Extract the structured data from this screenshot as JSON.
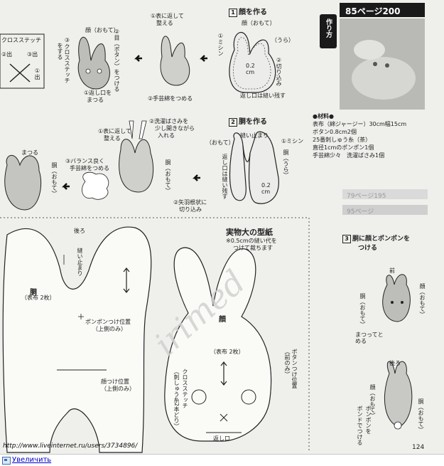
{
  "header": {
    "title": "85ページ200",
    "side_label": "作り方"
  },
  "steps": {
    "s1": {
      "num": "1",
      "title": "顔を作る"
    },
    "s2": {
      "num": "2",
      "title": "胴を作る"
    },
    "s3": {
      "num": "3",
      "title": "胴に顔とポンポンを",
      "title2": "つける"
    }
  },
  "materials": {
    "title": "●材料●",
    "lines": [
      "表布（綿ジャージー）30cm幅15cm",
      "ボタン0.8cm2個",
      "25番刺しゅう糸（茶）",
      "直径1cmのポンポン1個",
      "手芸綿少々　洗濯ばさみ1個"
    ]
  },
  "face_steps": {
    "close": "①表に返して",
    "close2": "整える",
    "button": "②目（ボタン）をつける",
    "stitch": "③クロスステッチ",
    "stitch2": "をする",
    "stuff": "②手芸綿をつめる",
    "omote": "顔（おもて）",
    "ura": "（うら）",
    "mishin": "①ミシン",
    "cut": "②切り込み",
    "size": "0.2",
    "unit": "cm",
    "leave": "返し口は縫い残す",
    "return_close": "①返し口を",
    "return_close2": "まつる",
    "cross": "クロスステッチ",
    "out1": "②出",
    "out2": "③出",
    "out3": "①出"
  },
  "body_steps": {
    "turn": "①表に返して",
    "turn2": "整える",
    "clip": "②洗濯ばさみを",
    "clip2": "少し開きながら",
    "clip3": "入れる",
    "balance": "③バランス良く",
    "balance2": "手芸綿をつめる",
    "matsuru": "まつる",
    "body_omote": "胴（おもて）",
    "omote": "（おもて）",
    "nuidomari": "縫い止まり",
    "mishin": "①ミシン",
    "body_ura": "胴（うら）",
    "leave": "返し口は縫い残す",
    "size": "0.2",
    "unit": "cm",
    "notch": "②矢羽根状に",
    "notch2": "切り込み"
  },
  "pattern": {
    "title": "実物大の型紙",
    "note1": "※0.5cmの縫い代を",
    "note2": "つけて裁ちます",
    "back": "後ろ",
    "nuidomari": "縫い止まり",
    "body": "胴",
    "body_sub": "（表布 2枚）",
    "pompon": "ポンポンつけ位置",
    "pompon_sub": "（上側のみ）",
    "face_pos": "顔つけ位置",
    "face_pos_sub": "（上側のみ）",
    "face": "顔",
    "face_sub": "（表布 2枚）",
    "button_pos": "ボタンつけ位置",
    "button_pos_sub": "（前のみ）",
    "cross": "クロスステッチ",
    "cross_sub": "（刺しゅう糸2本どり）",
    "return": "返し口"
  },
  "assembly": {
    "front": "前",
    "face": "顔（おもて）",
    "body": "胴（おもて）",
    "matsu": "まつってとめる",
    "back": "後ろ",
    "face2": "顔（おもて）",
    "body2": "胴（おもて）",
    "pompon": "ポンポンを",
    "pompon2": "ボンドでつける"
  },
  "ghost": {
    "g1": "79ページ195",
    "g2": "95ページ"
  },
  "watermark": "irimed",
  "url": "http://www.liveinternet.ru/users/3734896/",
  "page_number": "124",
  "footer": {
    "link": "Увеличить"
  }
}
